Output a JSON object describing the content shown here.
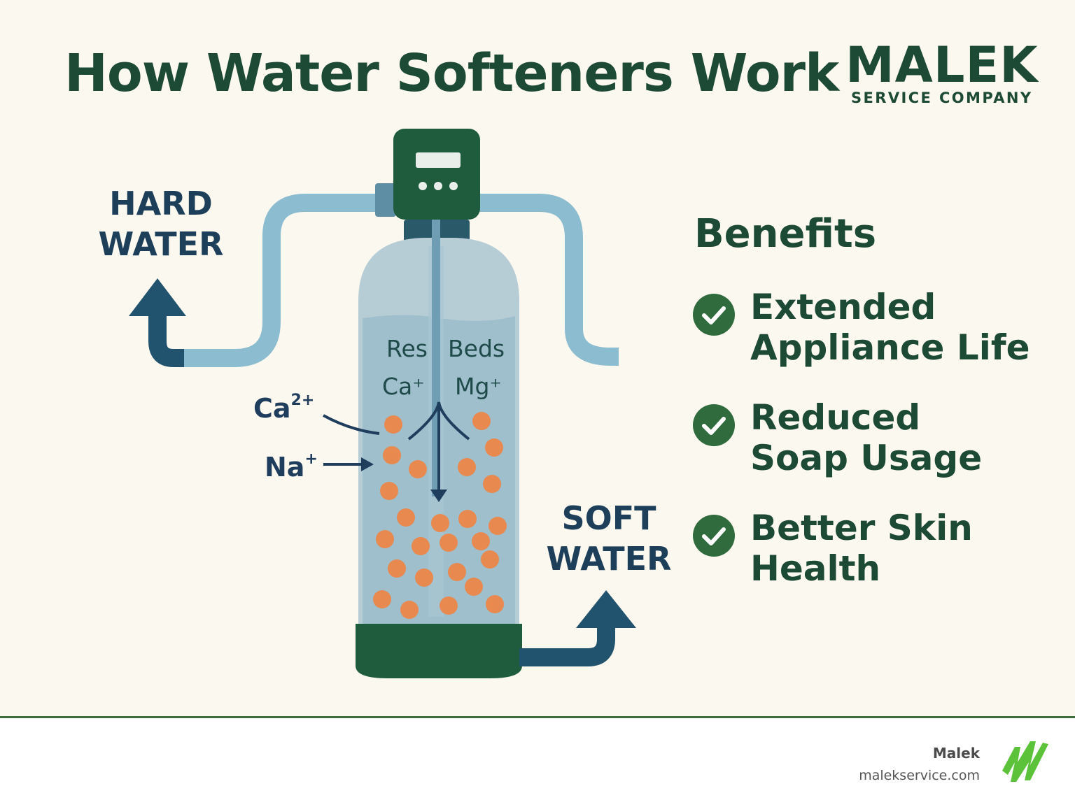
{
  "title": "How Water Softeners Work",
  "brand": {
    "name": "MALEK",
    "tagline": "SERVICE COMPANY"
  },
  "flow": {
    "hard_line1": "HARD",
    "hard_line2": "WATER",
    "soft_line1": "SOFT",
    "soft_line2": "WATER"
  },
  "ions": {
    "ca_base": "Ca",
    "ca_charge": "2+",
    "na_base": "Na",
    "na_charge": "+"
  },
  "inside_labels": {
    "res": "Res",
    "beds": "Beds",
    "ca": "Ca⁺",
    "mg": "Mg⁺"
  },
  "benefits": {
    "title": "Benefits",
    "items": [
      {
        "text": "Extended\nAppliance Life"
      },
      {
        "text": "Reduced\nSoap Usage"
      },
      {
        "text": "Better Skin\nHealth"
      }
    ]
  },
  "footer": {
    "name": "Malek",
    "url": "malekservice.com"
  },
  "colors": {
    "background": "#fbf8ef",
    "dark_green": "#1d4a35",
    "pipe_blue": "#8bbcd0",
    "arrow_navy": "#22536e",
    "resin_orange": "#e8894f",
    "check_green": "#2f6b3c",
    "logo_green": "#5cc23a"
  }
}
